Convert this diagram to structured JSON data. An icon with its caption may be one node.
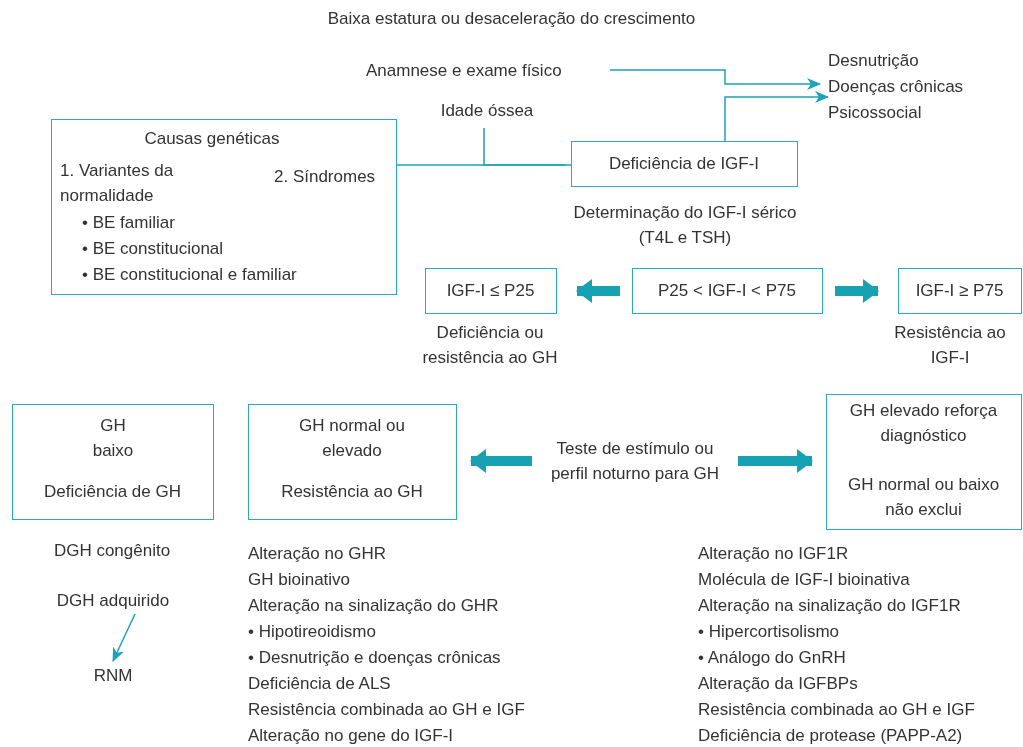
{
  "diagram": {
    "title": "Baixa estatura ou desaceleração do crescimento",
    "nodes": [
      {
        "text": [
          "Anamnese e exame físico"
        ]
      },
      {
        "text": [
          "Desnutrição",
          "Doenças crônicas",
          "Psicossocial"
        ]
      },
      {
        "text": [
          "Idade óssea"
        ]
      },
      {
        "text": [
          "Causas genéticas",
          "1. Variantes da normalidade",
          "2. Síndromes",
          "• BE familiar",
          "• BE constitucional",
          "• BE constitucional e familiar"
        ]
      },
      {
        "text": [
          "Deficiência de IGF-I"
        ],
        "beside": [
          "Determinação do IGF-I sérico (T4L e TSH)"
        ]
      },
      {
        "text": [
          "IGF-I ≤ P25"
        ],
        "beside": [
          "Deficiência ou resistência ao GH"
        ]
      },
      {
        "text": [
          "P25 < IGF-I < P75"
        ]
      },
      {
        "text": [
          "IGF-I ≥ P75"
        ],
        "beside": [
          "Resistência ao IGF-I"
        ]
      },
      {
        "text": [
          "GH baixo",
          "Deficiência de GH"
        ]
      },
      {
        "text": [
          "GH normal ou elevado",
          "Resistência ao GH"
        ]
      },
      {
        "text": [
          "Teste de estímulo ou perfil noturno para GH"
        ]
      },
      {
        "text": [
          "GH elevado reforça diagnóstico",
          "GH normal ou baixo não exclui"
        ]
      },
      {
        "text": [
          "DGH adquirido"
        ]
      },
      {
        "text": [
          "RNM"
        ]
      }
    ],
    "edges": [
      {
        "from": 0,
        "to": 1,
        "arrow": "to"
      },
      {
        "from": 4,
        "to": 1,
        "arrow": "to"
      },
      {
        "from": 3,
        "to": 4,
        "arrow": "none"
      },
      {
        "from": 2,
        "to": 4,
        "arrow": "none"
      },
      {
        "from": 6,
        "to": 5,
        "arrow": "to",
        "style": "thick"
      },
      {
        "from": 6,
        "to": 7,
        "arrow": "to",
        "style": "thick"
      },
      {
        "from": 10,
        "to": 9,
        "arrow": "to",
        "style": "thick"
      },
      {
        "from": 10,
        "to": 11,
        "arrow": "to",
        "style": "thick"
      },
      {
        "from": 12,
        "to": 13,
        "arrow": "to"
      }
    ],
    "labels": [
      "DGH congênito",
      "Alteração no GHR",
      "GH bioinativo",
      "Alteração na sinalização do GHR",
      "• Hipotireoidismo",
      "• Desnutrição e doenças crônicas",
      "Deficiência de ALS",
      "Resistência combinada ao GH e IGF",
      "Alteração no gene do IGF-I",
      "Alteração no IGF1R",
      "Molécula de IGF-I bioinativa",
      "Alteração na sinalização do IGF1R",
      "• Hipercortisolismo",
      "• Análogo do GnRH",
      "Alteração da IGFBPs",
      "Resistência combinada ao GH e IGF",
      "Deficiência de protease (PAPP-A2)"
    ]
  }
}
